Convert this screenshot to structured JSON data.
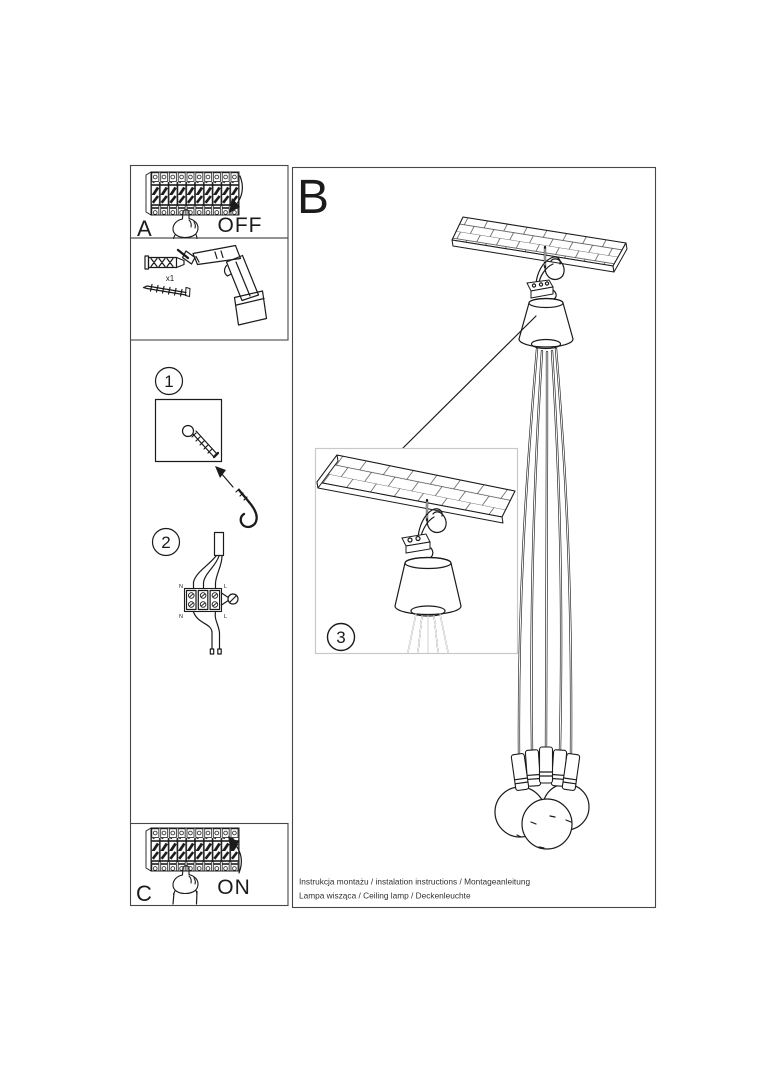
{
  "colors": {
    "background": "#ffffff",
    "line_art": "#1b1b1b",
    "frame": "#474747",
    "inset_border": "#c8c8c8",
    "footer_text": "#303030"
  },
  "sections": {
    "a": {
      "label": "A",
      "power_state": "OFF"
    },
    "b": {
      "label": "B"
    },
    "c": {
      "label": "C",
      "power_state": "ON"
    }
  },
  "steps": {
    "one": "1",
    "two": "2",
    "three": "3"
  },
  "parts": {
    "anchor_quantity": "x1"
  },
  "wiring_labels": {
    "top_left": "N",
    "top_right": "L",
    "bottom_left": "N",
    "bottom_right": "L"
  },
  "footer": {
    "line1": "Instrukcja montażu / instalation instructions / Montageanleitung",
    "line2": "Lampa wisząca / Ceiling lamp  / Deckenleuchte"
  }
}
